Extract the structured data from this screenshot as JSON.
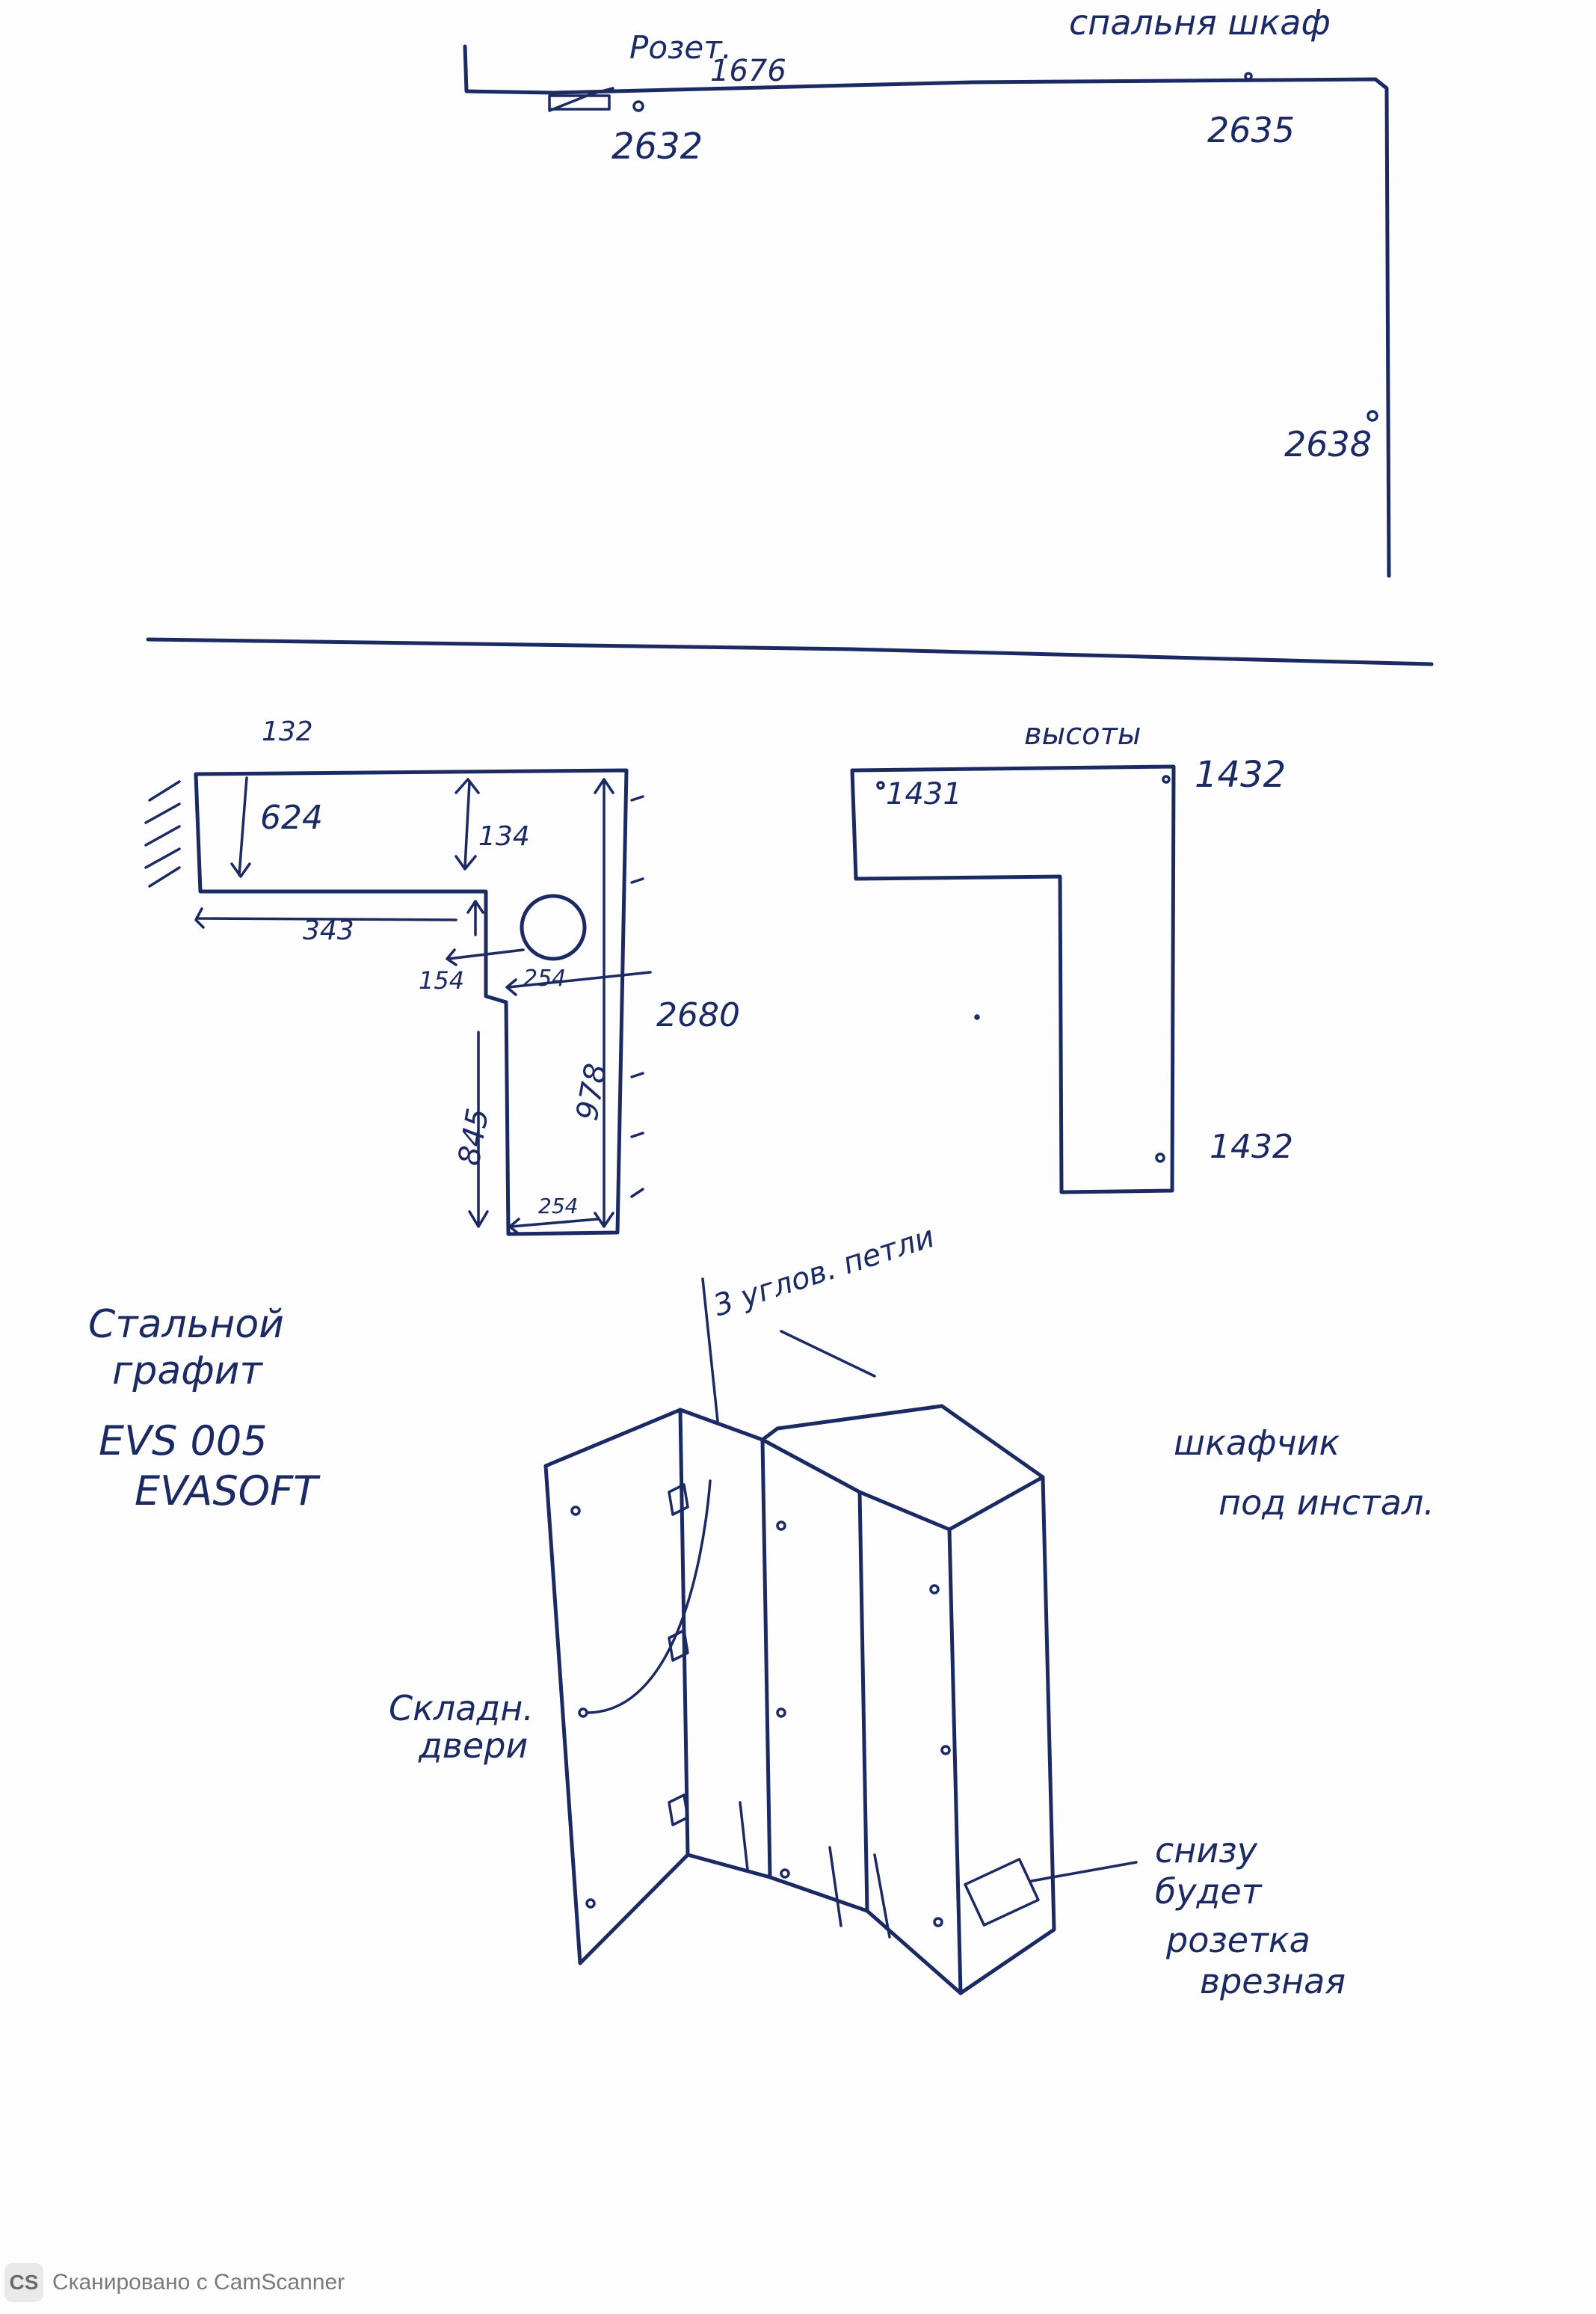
{
  "plan": {
    "label_rozet": "Розет.",
    "dim_1676": "1676",
    "p_2632": "2632",
    "p_2635": "2635",
    "p_2638": "2638",
    "title": "спальня шкаф"
  },
  "layout_plan": {
    "d_132": "132",
    "d_624": "624",
    "d_134": "134",
    "d_343": "343",
    "d_154": "154",
    "d_254_top": "254",
    "d_2680": "2680",
    "d_978": "978",
    "d_845": "845",
    "d_254_bottom": "254"
  },
  "heights": {
    "title": "высоты",
    "h_1431": "1431",
    "h_1432_top": "1432",
    "h_1432_bottom": "1432"
  },
  "material": {
    "line1": "Стальной",
    "line2": "графит",
    "line3": "EVS 005",
    "line4": "EVASOFT"
  },
  "cabinet": {
    "label_corner": "3 углов. петли",
    "label_folding_1": "Складн.",
    "label_folding_2": "двери",
    "label_title_1": "шкафчик",
    "label_title_2": "под инстал.",
    "label_socket_1": "снизу",
    "label_socket_2": "будет",
    "label_socket_3": "розетка",
    "label_socket_4": "врезная"
  },
  "footer": {
    "logo": "CS",
    "text": "Сканировано с CamScanner"
  }
}
